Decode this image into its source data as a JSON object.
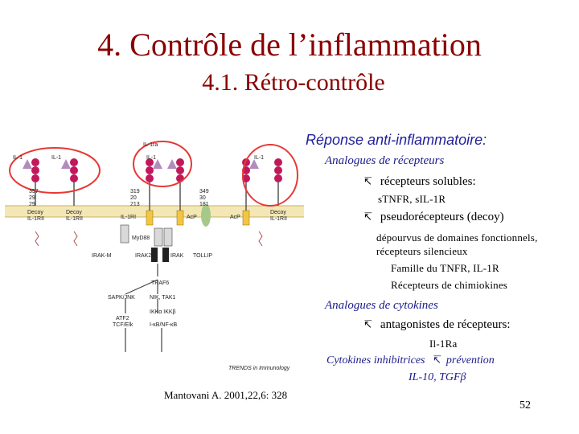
{
  "slide": {
    "title": "4. Contrôle de l’inflammation",
    "subtitle": "4.1. Rétro-contrôle",
    "citation": "Mantovani A. 2001,22,6: 328",
    "page_number": "52"
  },
  "figure": {
    "journal_credit": "TRENDS in Immunology",
    "labels": {
      "il1_a": "IL-1",
      "il1_b": "IL-1",
      "il1ra": "IL-1ra",
      "il1_c": "IL-1",
      "il1_d": "IL-1",
      "decoy_1": "Decoy",
      "decoy_1b": "IL-1RII",
      "decoy_2": "Decoy",
      "decoy_2b": "IL-1RII",
      "il1ri": "IL-1RI",
      "acp": "AcP",
      "acp_2": "AcP",
      "decoy_3": "Decoy",
      "decoy_3b": "IL-1RII",
      "myd88": "MyD88",
      "irak_1": "IRAK-M",
      "irak_2": "IRAK2",
      "irak_3": "IRAK",
      "tollip": "TOLLIP",
      "traf6": "TRAF6",
      "sapk": "SAPK/JNK",
      "nik": "NIK, TAK1",
      "ikk": "IKKα IKKβ",
      "atf2": "ATF2",
      "tcf": "TCF/Elk",
      "nfkb": "I-κB/NF-κB"
    },
    "numbers": {
      "col1": [
        "357",
        "29",
        "29"
      ],
      "col2": [
        "319",
        "20",
        "213"
      ],
      "col3": [
        "349",
        "30",
        "181"
      ]
    }
  },
  "panel": {
    "heading": "Réponse anti-inflammatoire:",
    "analogues_receptors": "Analogues de récepteurs",
    "soluble_receptors": "récepteurs solubles:",
    "soluble_examples": "sTNFR, sIL-1R",
    "pseudo_receptors": "pseudorécepteurs (decoy)",
    "pseudo_desc_1": "dépourvus de domaines fonctionnels,",
    "pseudo_desc_2": "récepteurs silencieux",
    "family_1": "Famille du TNFR, IL-1R",
    "family_2": "Récepteurs de chimiokines",
    "analogues_cytokines": "Analogues de cytokines",
    "antagonists": "antagonistes de récepteurs:",
    "antagonist_example": "Il-1Ra",
    "inhibitory_cytokines": "Cytokines inhibitrices",
    "prevention": "prévention",
    "inhibitory_examples": "IL-10, TGFβ"
  }
}
